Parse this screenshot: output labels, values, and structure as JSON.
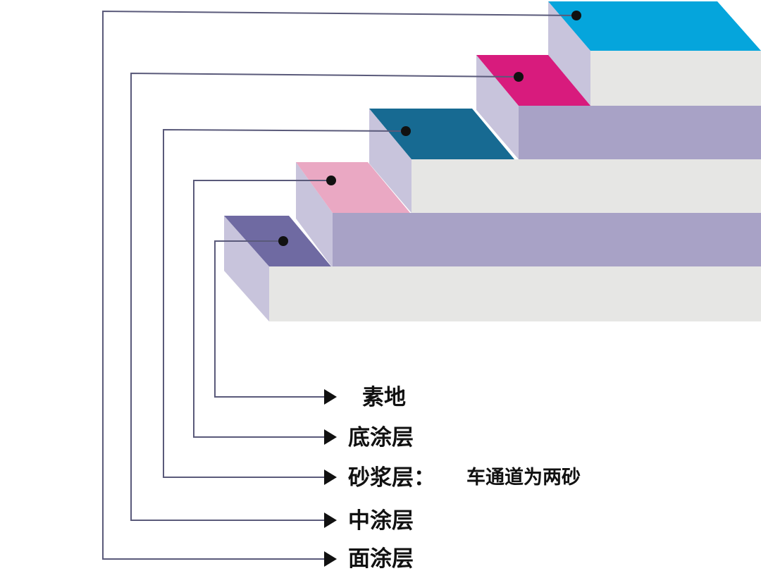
{
  "layers": [
    {
      "id": "base",
      "label": "素地",
      "note": "",
      "top_color": "#6f6aa2"
    },
    {
      "id": "primer",
      "label": "底涂层",
      "note": "",
      "top_color": "#eaa8c3"
    },
    {
      "id": "mortar",
      "label": "砂浆层：",
      "note": "车通道为两砂",
      "top_color": "#176a92"
    },
    {
      "id": "middle",
      "label": "中涂层",
      "note": "",
      "top_color": "#d81b7d"
    },
    {
      "id": "top",
      "label": "面涂层",
      "note": "",
      "top_color": "#05a5dc"
    }
  ],
  "colors": {
    "left_face": "#c8c4dc",
    "front_light": "#e6e6e4",
    "front_purple": "#a8a2c6",
    "leader_line": "#5a5a7a",
    "marker_dot": "#111111"
  }
}
